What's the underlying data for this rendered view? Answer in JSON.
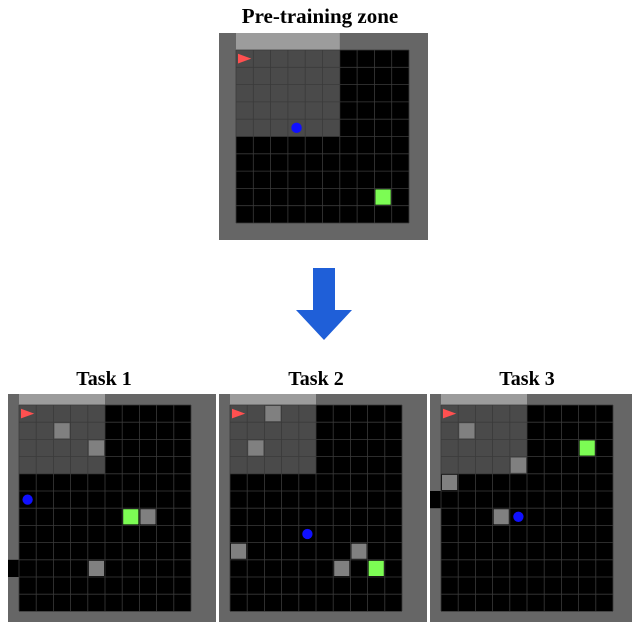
{
  "main_title": "Pre-training zone",
  "tasks": [
    {
      "title": "Task 1"
    },
    {
      "title": "Task 2"
    },
    {
      "title": "Task 3"
    }
  ],
  "colors": {
    "wall": "#666666",
    "lit_wall": "#9c9c9c",
    "floor": "#000000",
    "lit_floor": "#4a4a4a",
    "grid_line": "#3a3a3a",
    "lit_grid_line": "#6a6a6a",
    "obstacle": "#808080",
    "goal": "#7cfc54",
    "ball": "#1010ff",
    "agent": "#ff5050",
    "arrow": "#1f5fd8"
  },
  "grids": {
    "pretrain": {
      "size": 10,
      "view": {
        "col_from": 0,
        "col_to": 5,
        "row_from": 0,
        "row_to": 4
      },
      "agent": {
        "col": 1,
        "row": 1,
        "facing": "right"
      },
      "ball": {
        "col": 4,
        "row": 5
      },
      "goal": {
        "col": 9,
        "row": 9
      },
      "obstacles": [],
      "openings": []
    },
    "task1": {
      "size": 10,
      "view": {
        "col_from": 0,
        "col_to": 4,
        "row_from": 0,
        "row_to": 3
      },
      "agent": {
        "col": 1,
        "row": 1,
        "facing": "right"
      },
      "ball": {
        "col": 1,
        "row": 6
      },
      "goal": {
        "col": 7,
        "row": 7
      },
      "obstacles": [
        {
          "col": 3,
          "row": 2
        },
        {
          "col": 5,
          "row": 3
        },
        {
          "col": 8,
          "row": 7
        },
        {
          "col": 5,
          "row": 10
        }
      ],
      "openings": [
        {
          "col": 0,
          "row": 10
        }
      ]
    },
    "task2": {
      "size": 10,
      "view": {
        "col_from": 0,
        "col_to": 4,
        "row_from": 0,
        "row_to": 3
      },
      "agent": {
        "col": 1,
        "row": 1,
        "facing": "right"
      },
      "ball": {
        "col": 5,
        "row": 8
      },
      "goal": {
        "col": 9,
        "row": 10
      },
      "obstacles": [
        {
          "col": 3,
          "row": 1
        },
        {
          "col": 2,
          "row": 3
        },
        {
          "col": 1,
          "row": 9
        },
        {
          "col": 8,
          "row": 9
        },
        {
          "col": 7,
          "row": 10
        }
      ],
      "openings": []
    },
    "task3": {
      "size": 10,
      "view": {
        "col_from": 0,
        "col_to": 4,
        "row_from": 0,
        "row_to": 3
      },
      "agent": {
        "col": 1,
        "row": 1,
        "facing": "right"
      },
      "ball": {
        "col": 5,
        "row": 7
      },
      "goal": {
        "col": 9,
        "row": 3
      },
      "obstacles": [
        {
          "col": 2,
          "row": 2
        },
        {
          "col": 5,
          "row": 4
        },
        {
          "col": 1,
          "row": 5
        },
        {
          "col": 4,
          "row": 7
        }
      ],
      "openings": [
        {
          "col": 0,
          "row": 6
        }
      ]
    }
  }
}
